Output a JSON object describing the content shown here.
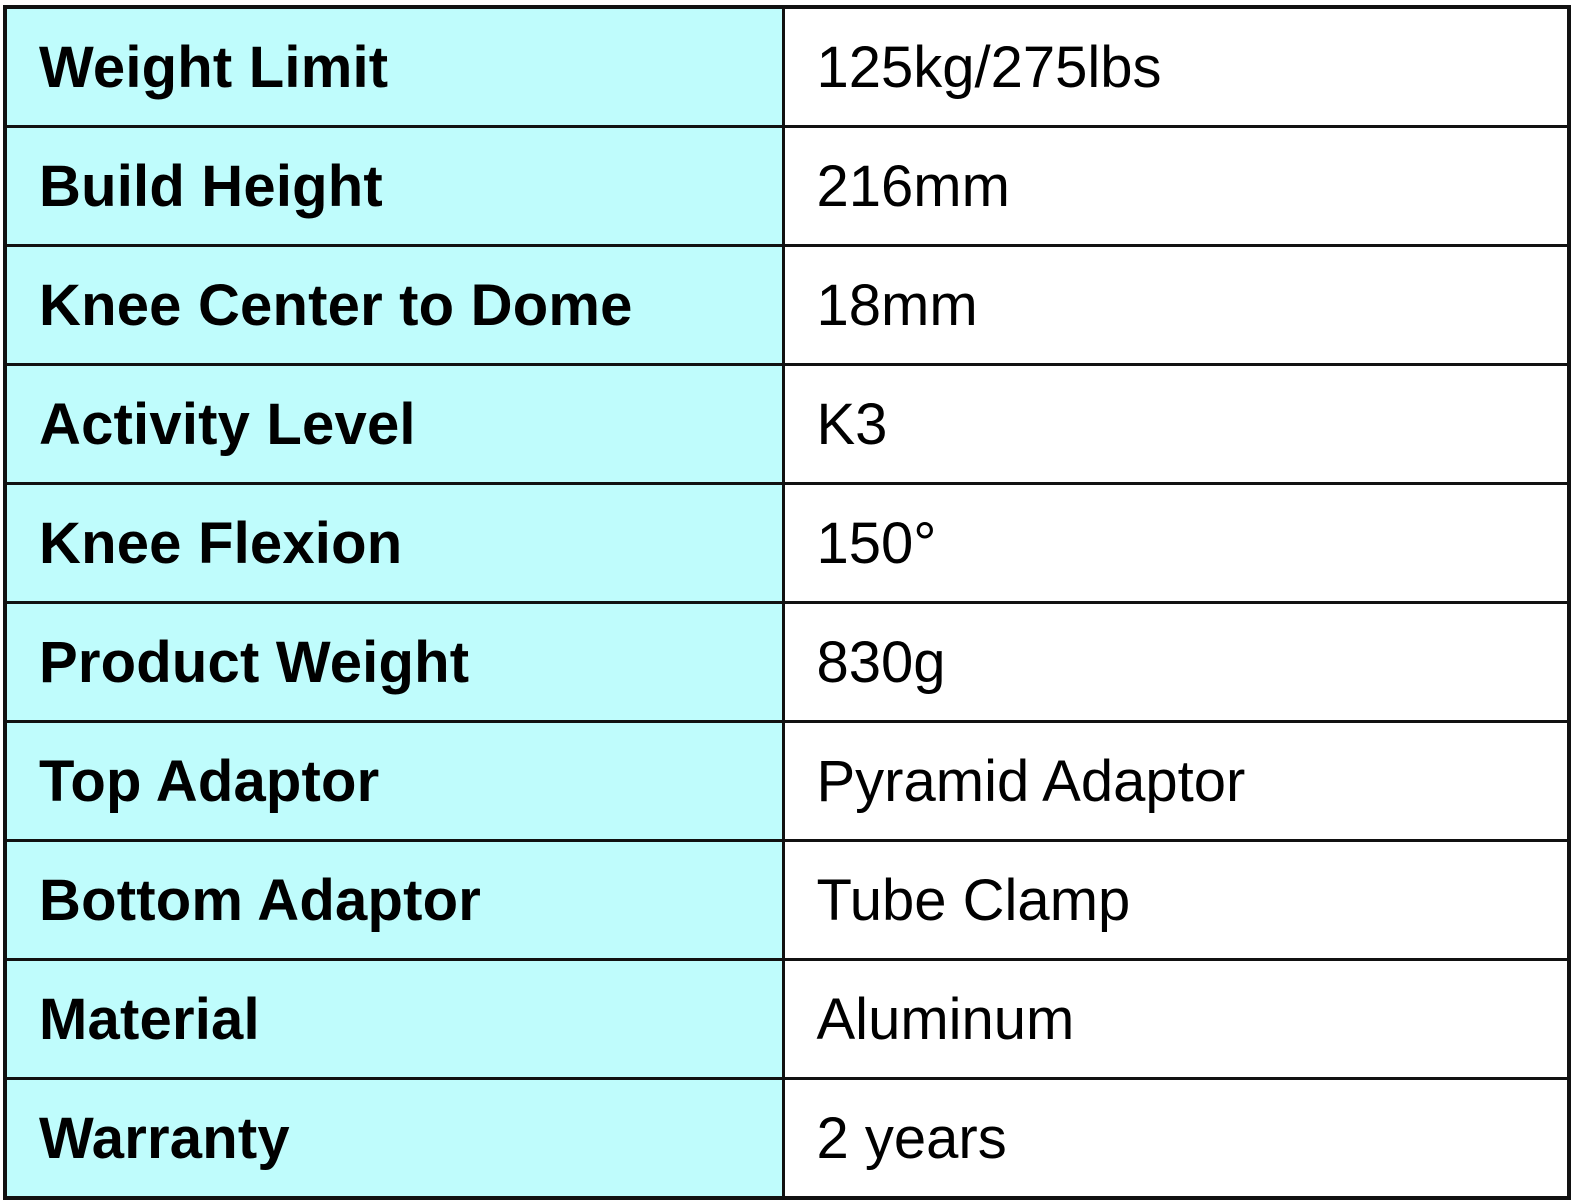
{
  "colors": {
    "label_background": "#bffcfc",
    "border": "#111111",
    "value_background": "#ffffff"
  },
  "specs": [
    {
      "label": "Weight Limit",
      "value": "125kg/275lbs"
    },
    {
      "label": "Build Height",
      "value": "216mm"
    },
    {
      "label": "Knee Center to Dome",
      "value": "18mm"
    },
    {
      "label": "Activity Level",
      "value": "K3"
    },
    {
      "label": "Knee Flexion",
      "value": "150°"
    },
    {
      "label": "Product Weight",
      "value": "830g"
    },
    {
      "label": "Top Adaptor",
      "value": "Pyramid Adaptor"
    },
    {
      "label": "Bottom Adaptor",
      "value": "Tube Clamp"
    },
    {
      "label": "Material",
      "value": "Aluminum"
    },
    {
      "label": "Warranty",
      "value": "2 years"
    }
  ]
}
